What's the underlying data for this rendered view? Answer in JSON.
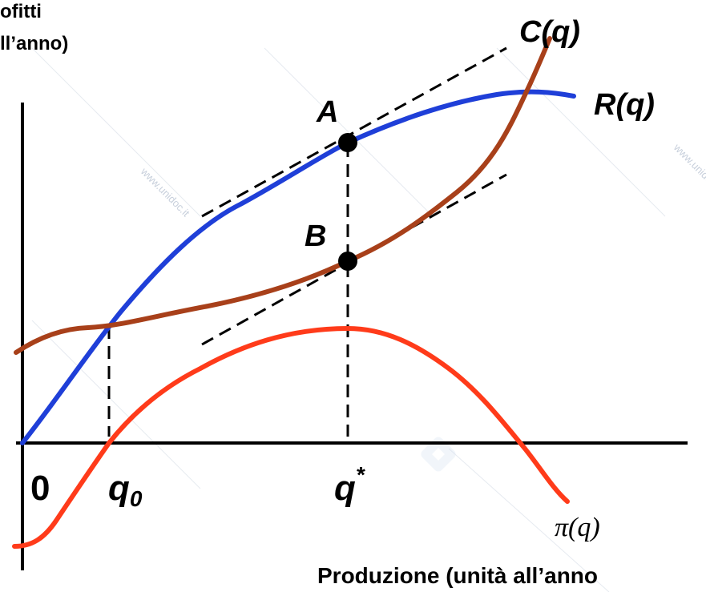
{
  "diagram": {
    "y_axis_title_line1": "ofitti",
    "y_axis_title_line2": "ll’anno)",
    "x_axis_title": "Produzione (unità all’anno",
    "origin_label": "0",
    "q0_label": "q",
    "q0_subscript": "0",
    "qstar_label": "q",
    "qstar_superscript": "*",
    "cost_curve_label": "C(q)",
    "revenue_curve_label": "R(q)",
    "profit_curve_label": "π(q)",
    "point_a_label": "A",
    "point_b_label": "B",
    "watermark_text": "www.unidoc.it"
  },
  "colors": {
    "revenue": "#1f3fd8",
    "cost": "#a8401a",
    "profit": "#ff3b1a",
    "axis": "#000000",
    "watermark": "#c8d0dc"
  }
}
